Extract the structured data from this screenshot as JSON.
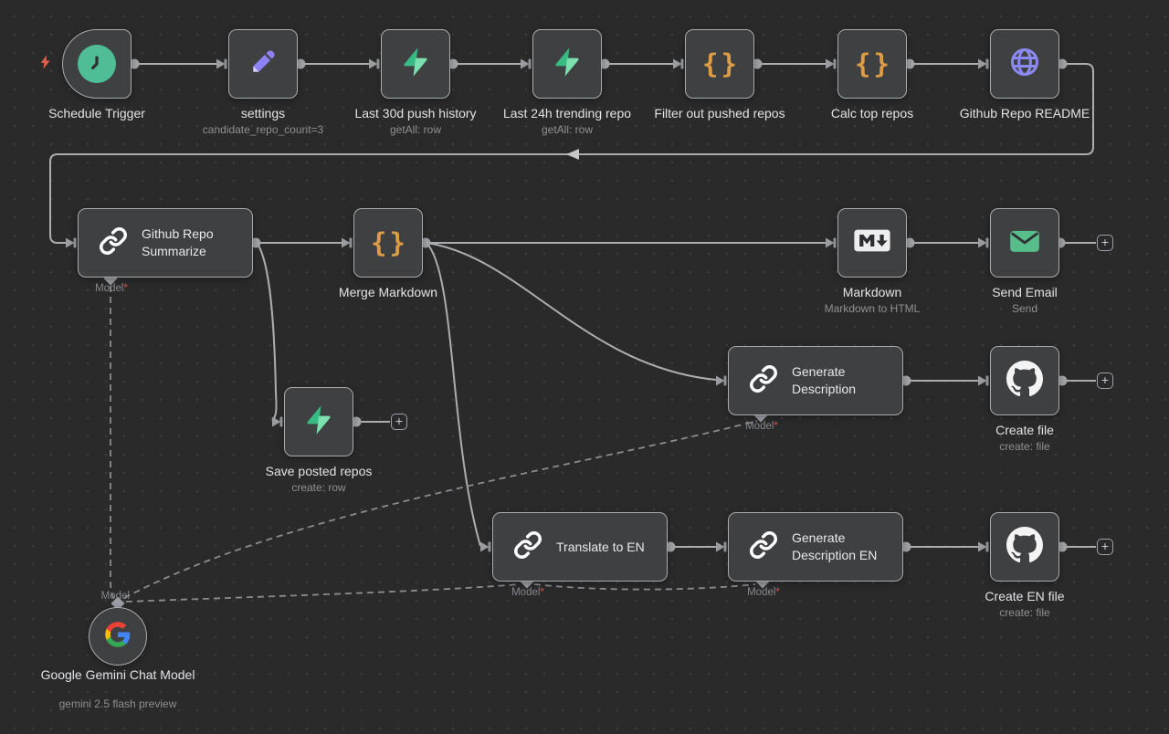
{
  "workflow": {
    "nodes": {
      "schedule_trigger": {
        "label": "Schedule Trigger"
      },
      "settings": {
        "label": "settings",
        "subtitle": "candidate_repo_count=3"
      },
      "last_30d_push_history": {
        "label": "Last 30d push history",
        "subtitle": "getAll: row"
      },
      "last_24h_trending_repo": {
        "label": "Last 24h trending repo",
        "subtitle": "getAll: row"
      },
      "filter_out_pushed_repos": {
        "label": "Filter out pushed repos"
      },
      "calc_top_repos": {
        "label": "Calc top repos"
      },
      "github_repo_readme": {
        "label": "Github Repo README"
      },
      "github_repo_summarize": {
        "label": "Github Repo Summarize",
        "model_label": "Model",
        "required_mark": "*"
      },
      "merge_markdown": {
        "label": "Merge Markdown"
      },
      "markdown": {
        "label": "Markdown",
        "subtitle": "Markdown to HTML"
      },
      "send_email": {
        "label": "Send Email",
        "subtitle": "Send"
      },
      "save_posted_repos": {
        "label": "Save posted repos",
        "subtitle": "create: row"
      },
      "generate_description": {
        "label": "Generate Description",
        "model_label": "Model",
        "required_mark": "*"
      },
      "create_file": {
        "label": "Create file",
        "subtitle": "create: file"
      },
      "translate_to_en": {
        "label": "Translate to EN",
        "model_label": "Model",
        "required_mark": "*"
      },
      "generate_description_en": {
        "label": "Generate Description EN",
        "model_label": "Model",
        "required_mark": "*"
      },
      "create_en_file": {
        "label": "Create EN file",
        "subtitle": "create: file"
      },
      "google_gemini_chat_model": {
        "label": "Google Gemini Chat Model",
        "subtitle": "gemini 2.5 flash preview",
        "model_label": "Model"
      }
    },
    "plus_button_label": "+",
    "icons": {
      "code_glyph": "{}"
    },
    "colors": {
      "canvas_background": "#2a2a2b",
      "node_fill": "#3f4042",
      "node_border": "#a9abad",
      "edge": "#abadaf",
      "dashed_edge": "#8a8c8f",
      "trigger_bolt": "#e0604c",
      "clock_green": "#4fbe96",
      "pencil_purple": "#8d82f5",
      "supabase_green": "#3ecf8e",
      "code_orange": "#de9c45",
      "globe_purple": "#8b8af2",
      "email_green": "#56bd8b"
    }
  }
}
